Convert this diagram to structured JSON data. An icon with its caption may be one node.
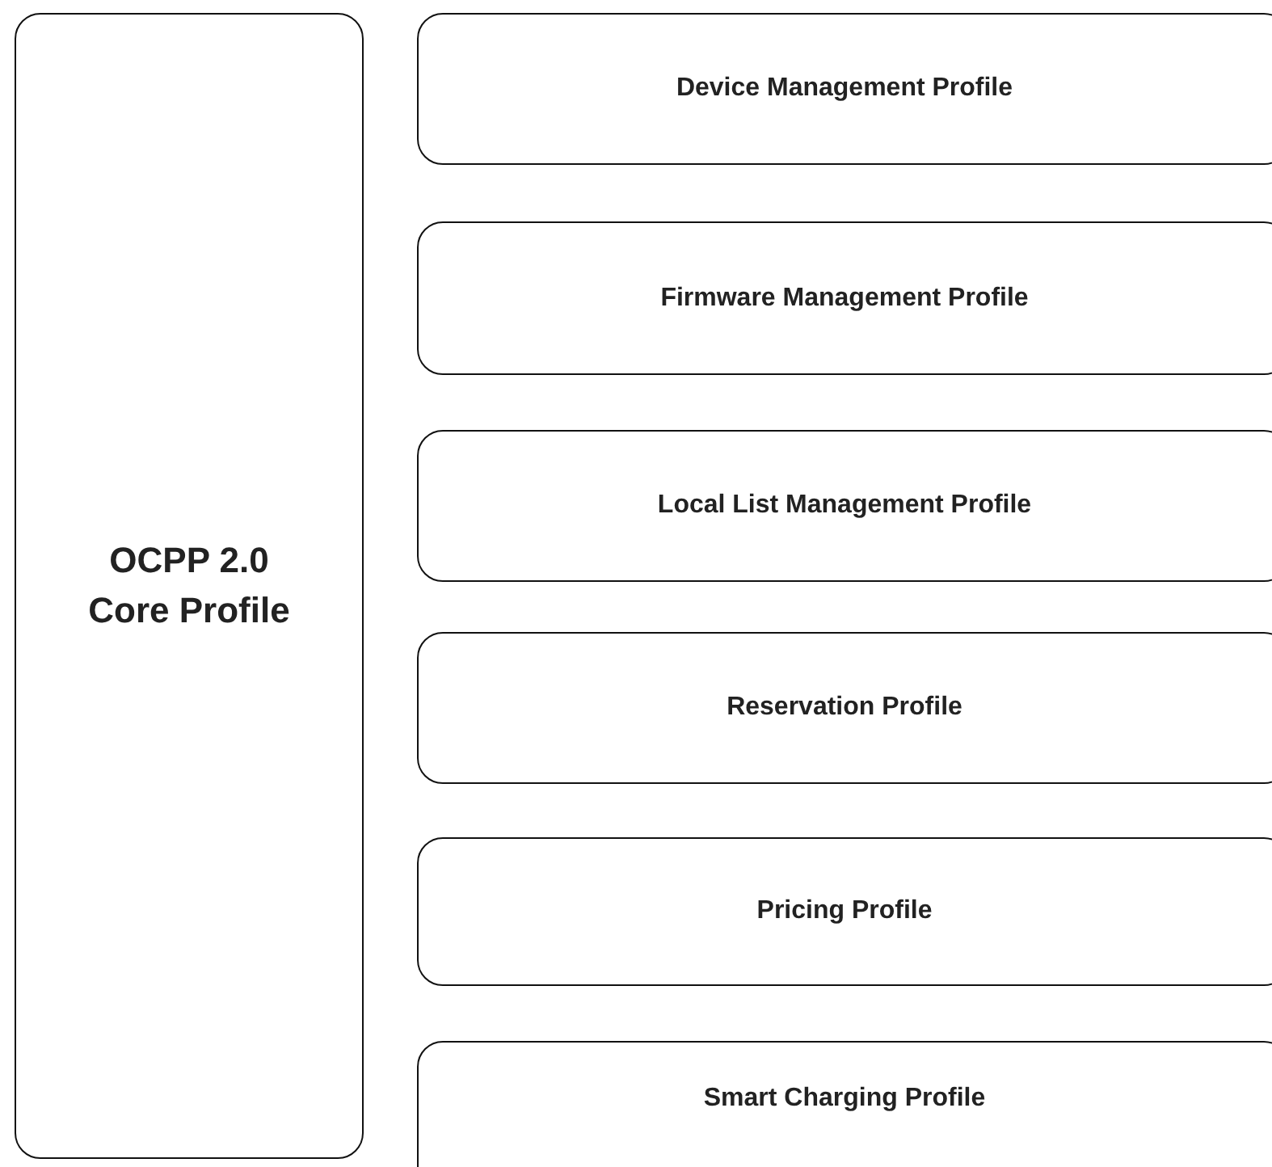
{
  "diagram": {
    "nodes": [
      {
        "text": [
          "OCPP 2.0 Core Profile"
        ]
      },
      {
        "text": [
          "Device Management Profile"
        ]
      },
      {
        "text": [
          "Firmware Management Profile"
        ]
      },
      {
        "text": [
          "Local List Management Profile"
        ]
      },
      {
        "text": [
          "Reservation Profile"
        ]
      },
      {
        "text": [
          "Pricing Profile"
        ]
      },
      {
        "text": [
          "Smart Charging Profile"
        ]
      }
    ]
  }
}
